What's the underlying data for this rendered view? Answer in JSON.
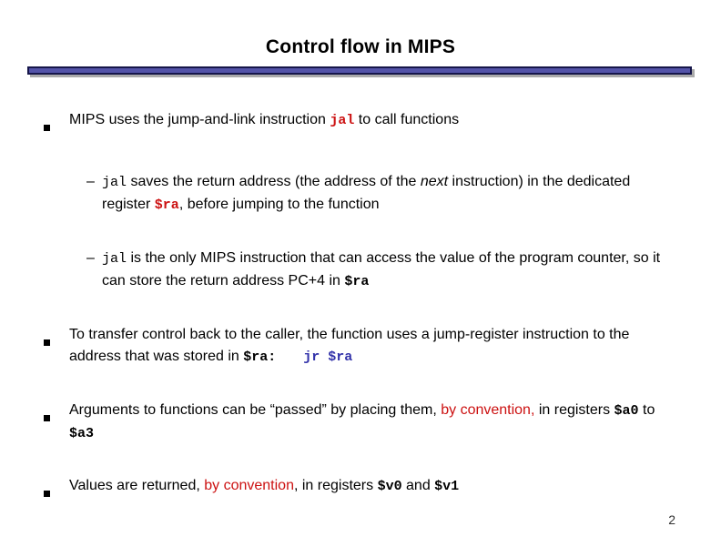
{
  "slide": {
    "title": "Control flow in MIPS",
    "page_number": "2"
  },
  "markers": {
    "dash": "–"
  },
  "colors": {
    "background": "#ffffff",
    "text": "#000000",
    "accent_red": "#cc1111",
    "accent_blue": "#3333aa",
    "bar_fill": "#5353a8",
    "bar_border": "#16164a",
    "bar_shadow": "#aaaaaa"
  },
  "content": {
    "b1": {
      "runs": {
        "r1": "MIPS uses the jump-and-link instruction ",
        "r2": "jal",
        "r3": " to call functions"
      }
    },
    "sub1": {
      "runs": {
        "r1": "jal",
        "r2": " saves the return address (the address of the ",
        "r3": "next",
        "r4": " instruction) in the dedicated register ",
        "r5": "$ra",
        "r6": ", before jumping to the function"
      }
    },
    "sub2": {
      "runs": {
        "r1": "jal",
        "r2": " is the only MIPS instruction that can access the value of the program counter, so it can store the return address PC+4 in ",
        "r3": "$ra"
      }
    },
    "b2": {
      "runs": {
        "r1": "To transfer control back to the caller, the function uses a jump-register instruction to the address that was stored in ",
        "r2": "$ra:",
        "r3": "jr $ra"
      }
    },
    "b3": {
      "runs": {
        "r1": "Arguments to functions can be “passed” by placing them, ",
        "r2": "by convention,",
        "r3": " in registers ",
        "r4": "$a0",
        "r5": " to ",
        "r6": "$a3"
      }
    },
    "b4": {
      "runs": {
        "r1": "Values are returned, ",
        "r2": "by convention",
        "r3": ", in registers ",
        "r4": "$v0",
        "r5": " and ",
        "r6": "$v1"
      }
    }
  }
}
